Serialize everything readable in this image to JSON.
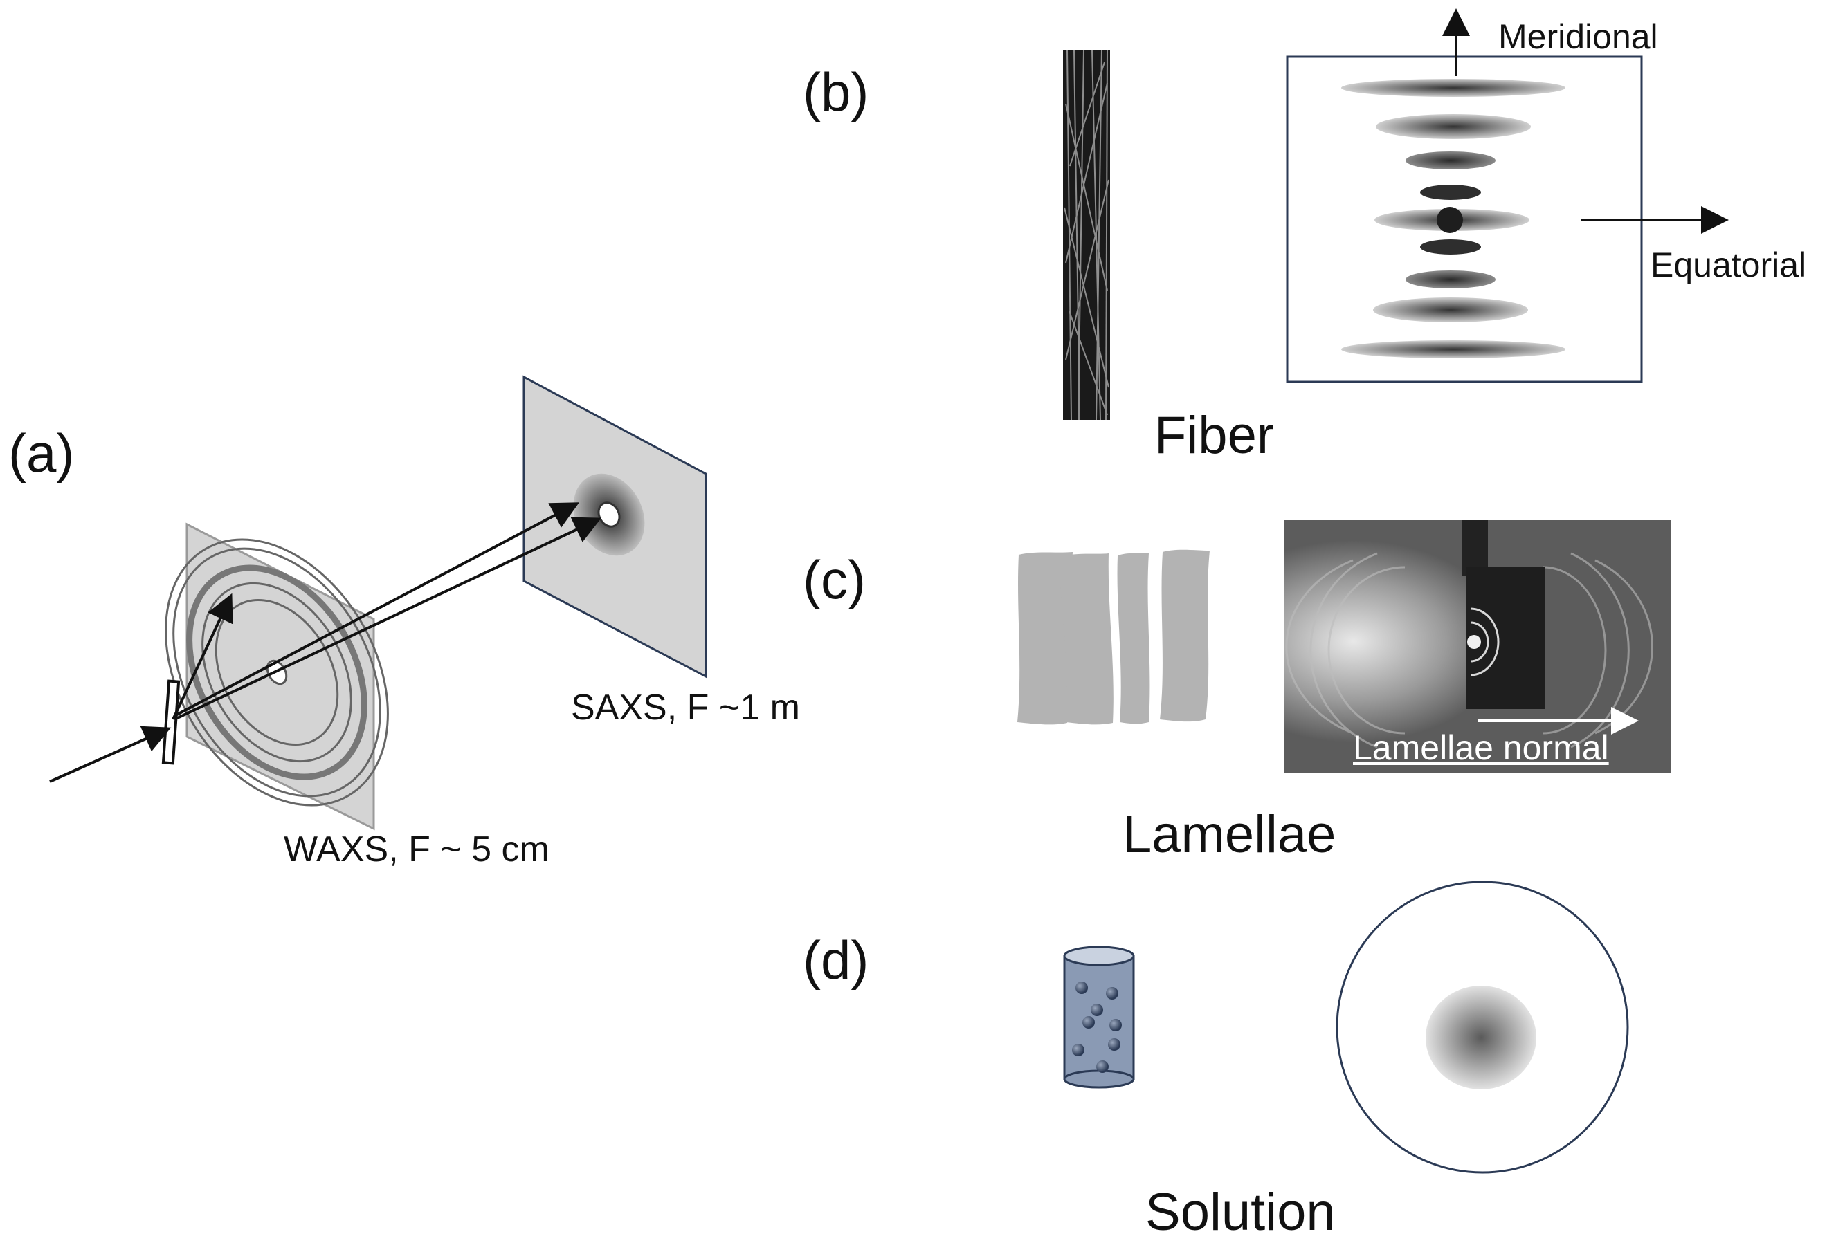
{
  "panels": {
    "a": {
      "label": "(a)",
      "waxs_label": "WAXS, F ~ 5 cm",
      "saxs_label": "SAXS, F ~1 m"
    },
    "b": {
      "label": "(b)",
      "sample_label": "Fiber",
      "meridional_label": "Meridional",
      "equatorial_label": "Equatorial"
    },
    "c": {
      "label": "(c)",
      "sample_label": "Lamellae",
      "arrow_label": "Lamellae normal"
    },
    "d": {
      "label": "(d)",
      "sample_label": "Solution"
    }
  },
  "colors": {
    "ink": "#111111",
    "panel_grey": "#d4d4d4",
    "detector_border": "#2b3a55",
    "lamella_grey": "#b3b3b3",
    "vial_fill": "#8a9ab4",
    "xray_photo_bg": "#5a5a5a"
  }
}
